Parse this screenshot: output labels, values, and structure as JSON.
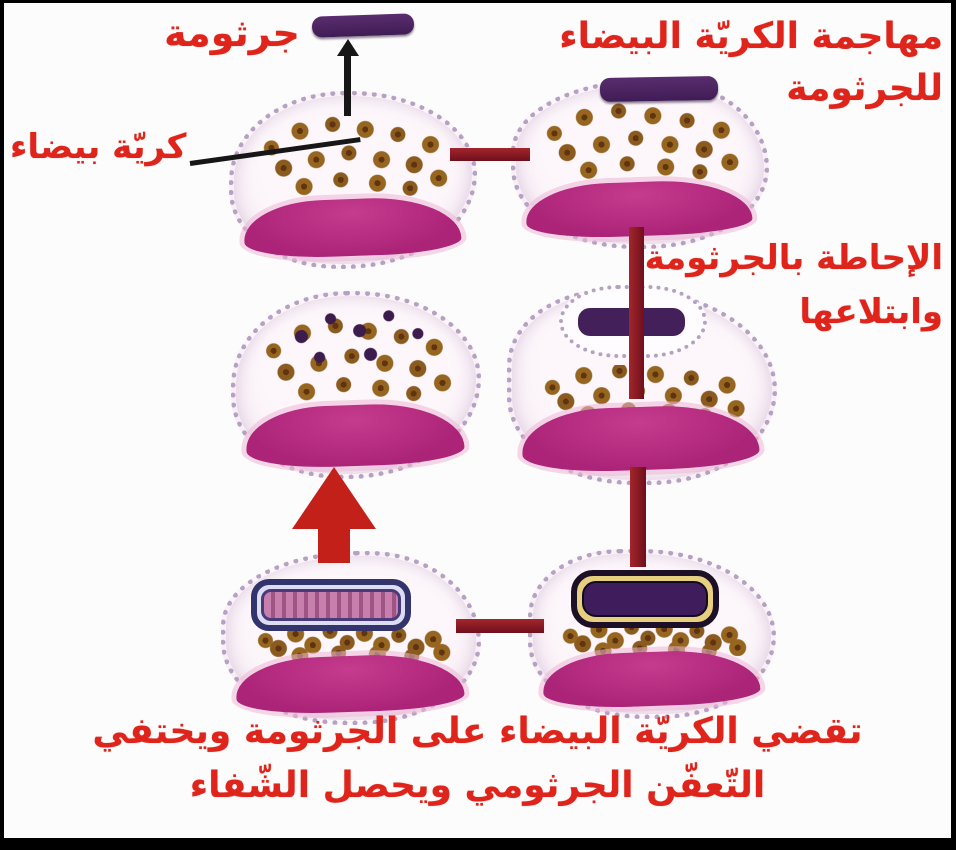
{
  "diagram": {
    "labels": {
      "germ": "جرثومة",
      "white_cell": "كريّة بيضاء",
      "attack": {
        "line1": "مهاجمة الكريّة البيضاء",
        "line2": "للجرثومة"
      },
      "engulf": {
        "line1": "الإحاطة بالجرثومة",
        "line2": "وابتلاعها"
      },
      "result": {
        "line1": "تقضي الكريّة البيضاء على الجرثومة ويختفي",
        "line2": "التّعفّن الجرثومي ويحصل الشّفاء"
      }
    }
  },
  "colors": {
    "label_red": "#df241b",
    "germ_purple": "#44205a",
    "nucleus_magenta": "#ac2478",
    "membrane": "#b5a1c2",
    "arrow_red": "#c3201a",
    "connector_red": "#8c1c24",
    "granule_brown": "#8a5a1e",
    "frame_black": "#000000"
  }
}
